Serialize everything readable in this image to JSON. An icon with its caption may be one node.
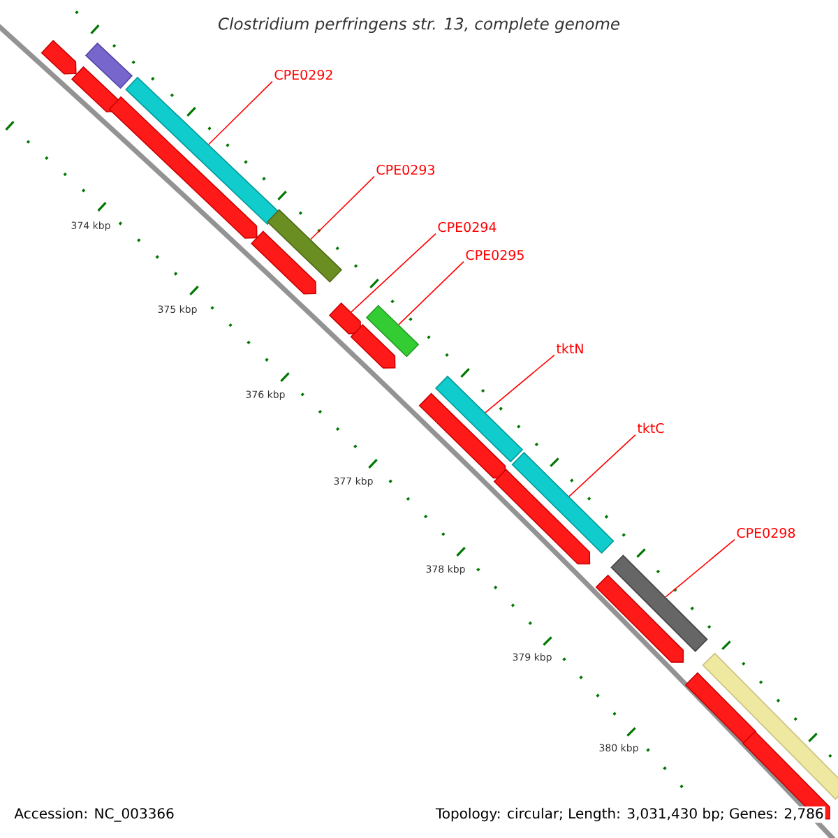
{
  "diagram": {
    "title": "Clostridium perfringens str. 13, complete genome",
    "nodes": [
      {
        "text": [
          "CPE0292"
        ]
      },
      {
        "text": [
          "CPE0293"
        ]
      },
      {
        "text": [
          "CPE0294"
        ]
      },
      {
        "text": [
          "CPE0295"
        ]
      },
      {
        "text": [
          "tktN"
        ]
      },
      {
        "text": [
          "tktC"
        ]
      },
      {
        "text": [
          "CPE0298"
        ]
      },
      {
        "text": [],
        "shape": "block"
      },
      {
        "text": [],
        "shape": "bar"
      },
      {
        "text": [],
        "shape": "block"
      },
      {
        "text": [],
        "shape": "bar"
      },
      {
        "text": [],
        "shape": "block"
      },
      {
        "text": [],
        "shape": "bar"
      },
      {
        "text": [],
        "shape": "block"
      },
      {
        "text": [],
        "shape": "block"
      },
      {
        "text": [],
        "shape": "bar"
      },
      {
        "text": [],
        "shape": "block"
      },
      {
        "text": [],
        "shape": "bar"
      },
      {
        "text": [],
        "shape": "block"
      },
      {
        "text": [],
        "shape": "bar"
      },
      {
        "text": [],
        "shape": "block"
      },
      {
        "text": [],
        "shape": "bar"
      },
      {
        "text": [],
        "shape": "block"
      },
      {
        "text": [],
        "shape": "bar"
      },
      {
        "text": [],
        "shape": "block"
      },
      {
        "text": [],
        "shape": "block"
      }
    ],
    "edges": [
      {
        "from": 0,
        "to": 10,
        "arrow": "none"
      },
      {
        "from": 1,
        "to": 12,
        "arrow": "none"
      },
      {
        "from": 2,
        "to": 14,
        "arrow": "none"
      },
      {
        "from": 3,
        "to": 15,
        "arrow": "none"
      },
      {
        "from": 4,
        "to": 17,
        "arrow": "none"
      },
      {
        "from": 5,
        "to": 19,
        "arrow": "none"
      },
      {
        "from": 6,
        "to": 21,
        "arrow": "none"
      }
    ],
    "labels": [
      "374 kbp",
      "375 kbp",
      "376 kbp",
      "377 kbp",
      "378 kbp",
      "379 kbp",
      "380 kbp",
      "Accession: NC_003366",
      "Topology: circular; Length: 3,031,430 bp; Genes: 2,786"
    ]
  }
}
